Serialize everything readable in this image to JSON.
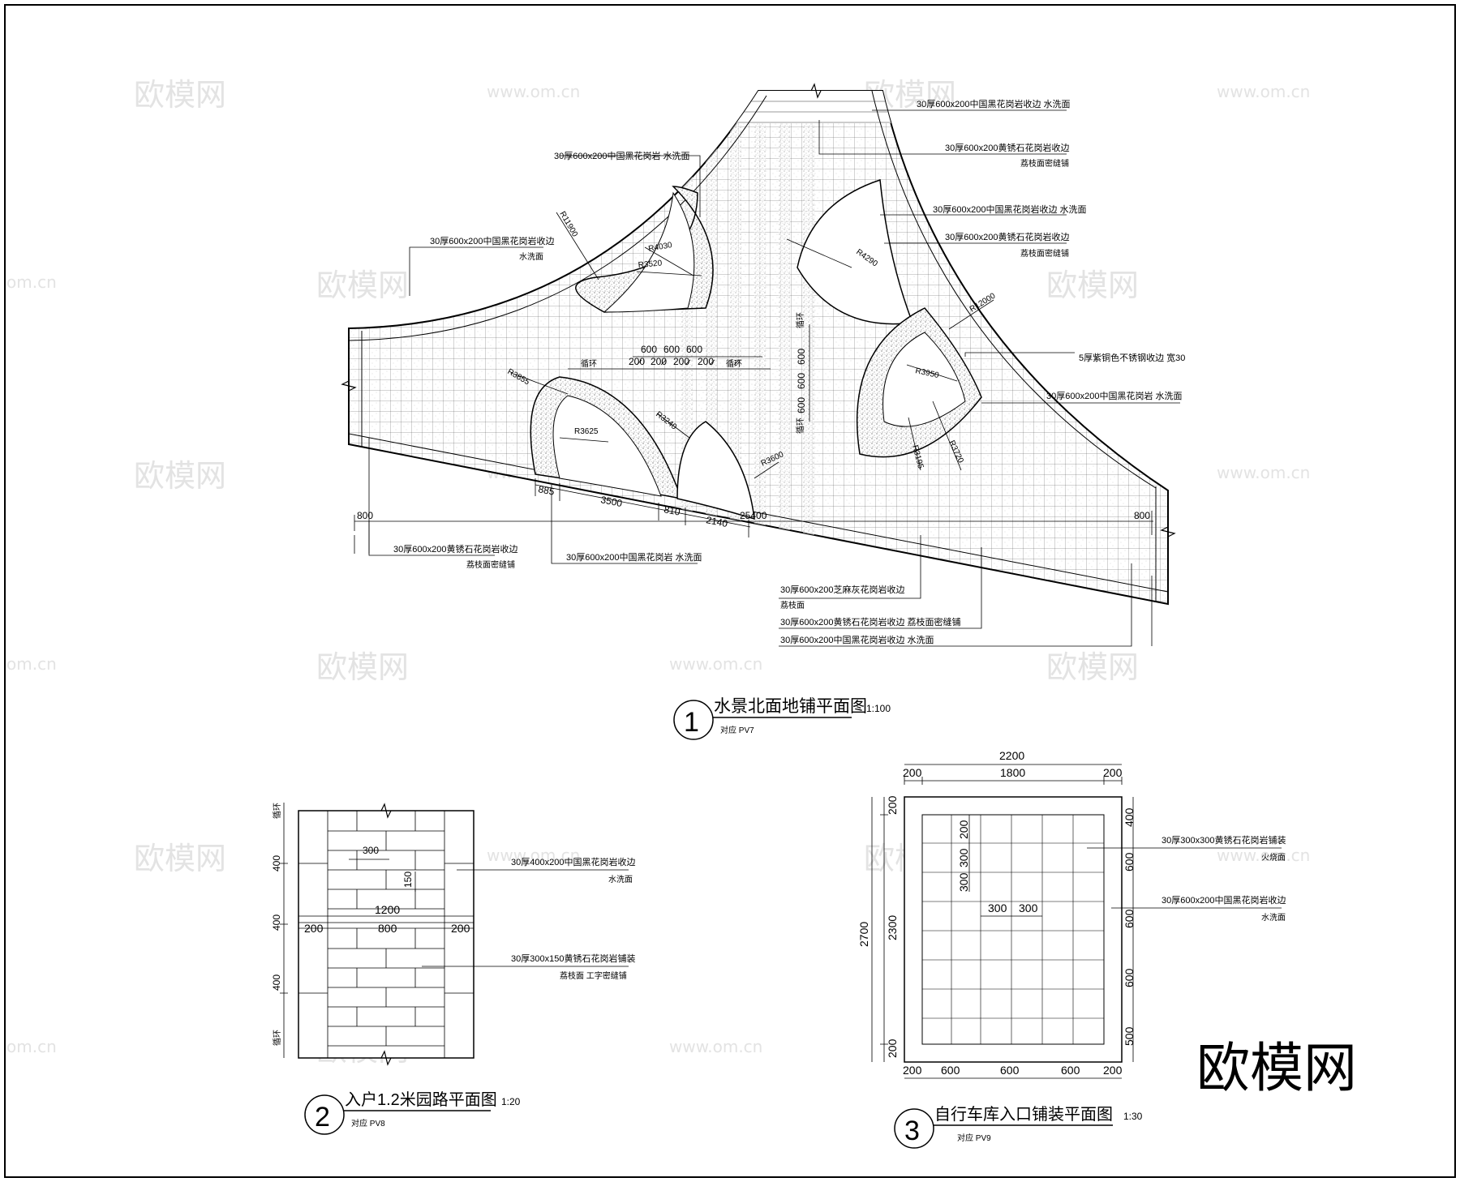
{
  "watermark": {
    "brand": "欧模网",
    "url": "www.om.cn",
    "url_partial": "om.cn",
    "brand_corner": "欧模网"
  },
  "plan1": {
    "title": "水景北面地铺平面图",
    "number": "1",
    "scale": "1:100",
    "ref": "对应 PV7",
    "radii": [
      "R11900",
      "R4030",
      "R3520",
      "R4290",
      "R12000",
      "R3950",
      "R3195",
      "R3720",
      "R3855",
      "R3625",
      "R3240",
      "R3600"
    ],
    "dims_top": [
      "600",
      "600",
      "600"
    ],
    "dims_mid": [
      "200",
      "200",
      "200",
      "200"
    ],
    "dims_vert": [
      "600",
      "600",
      "600"
    ],
    "cycle": "循环",
    "dims_bottom": [
      "885",
      "3500",
      "810",
      "2140",
      "25400"
    ],
    "dim_left": "800",
    "dim_right": "800",
    "labels": {
      "l1": "30厚600x200中国黑花岗岩收边  水洗面",
      "l2a": "30厚600x200黄锈石花岗岩收边",
      "l2b": "荔枝面密缝铺",
      "l3": "30厚600x200中国黑花岗岩  水洗面",
      "l4": "30厚600x200中国黑花岗岩收边  水洗面",
      "l5a": "30厚600x200黄锈石花岗岩收边",
      "l5b": "荔枝面密缝铺",
      "l6a": "30厚600x200中国黑花岗岩收边",
      "l6b": "水洗面",
      "l7": "5厚紫铜色不锈钢收边  宽30",
      "l8": "30厚600x200中国黑花岗岩  水洗面",
      "l9a": "30厚600x200黄锈石花岗岩收边",
      "l9b": "荔枝面密缝铺",
      "l10": "30厚600x200中国黑花岗岩  水洗面",
      "l11a": "30厚600x200芝麻灰花岗岩收边",
      "l11b": "荔枝面",
      "l12": "30厚600x200黄锈石花岗岩收边  荔枝面密缝铺",
      "l13": "30厚600x200中国黑花岗岩收边  水洗面"
    }
  },
  "plan2": {
    "title": "入户1.2米园路平面图",
    "number": "2",
    "scale": "1:20",
    "ref": "对应 PV8",
    "dims_left": [
      "400",
      "400",
      "400"
    ],
    "cycle": "循环",
    "dim_300": "300",
    "dim_150": "150",
    "dim_total": "1200",
    "dims_split": [
      "200",
      "800",
      "200"
    ],
    "labels": {
      "a1": "30厚400x200中国黑花岗岩收边",
      "a2": "水洗面",
      "b1": "30厚300x150黄锈石花岗岩铺装",
      "b2": "荔枝面  工字密缝铺"
    }
  },
  "plan3": {
    "title": "自行车库入口铺装平面图",
    "number": "3",
    "scale": "1:30",
    "ref": "对应 PV9",
    "dim_total_w": "2200",
    "dims_top": [
      "200",
      "1800",
      "200"
    ],
    "dim_total_h": "2700",
    "dim_inner_h": "2300",
    "dims_left": [
      "200",
      "200"
    ],
    "dims_right": [
      "400",
      "600",
      "600",
      "600",
      "500"
    ],
    "dims_inner_v": [
      "200",
      "300",
      "300"
    ],
    "dims_inner_h": [
      "300",
      "300"
    ],
    "dims_bottom": [
      "200",
      "600",
      "600",
      "600",
      "200"
    ],
    "labels": {
      "a1": "30厚300x300黄锈石花岗岩铺装",
      "a2": "火烧面",
      "b1": "30厚600x200中国黑花岗岩收边",
      "b2": "水洗面"
    }
  }
}
